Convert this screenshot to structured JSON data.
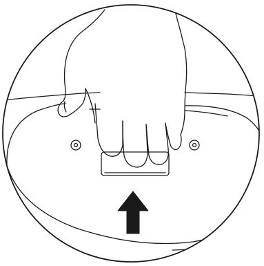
{
  "figure": {
    "depicts": [
      "hand",
      "handle",
      "screw",
      "screw",
      "upward-arrow"
    ],
    "colors": {
      "background": "#ffffff",
      "ink": "#1a1a1a"
    }
  }
}
